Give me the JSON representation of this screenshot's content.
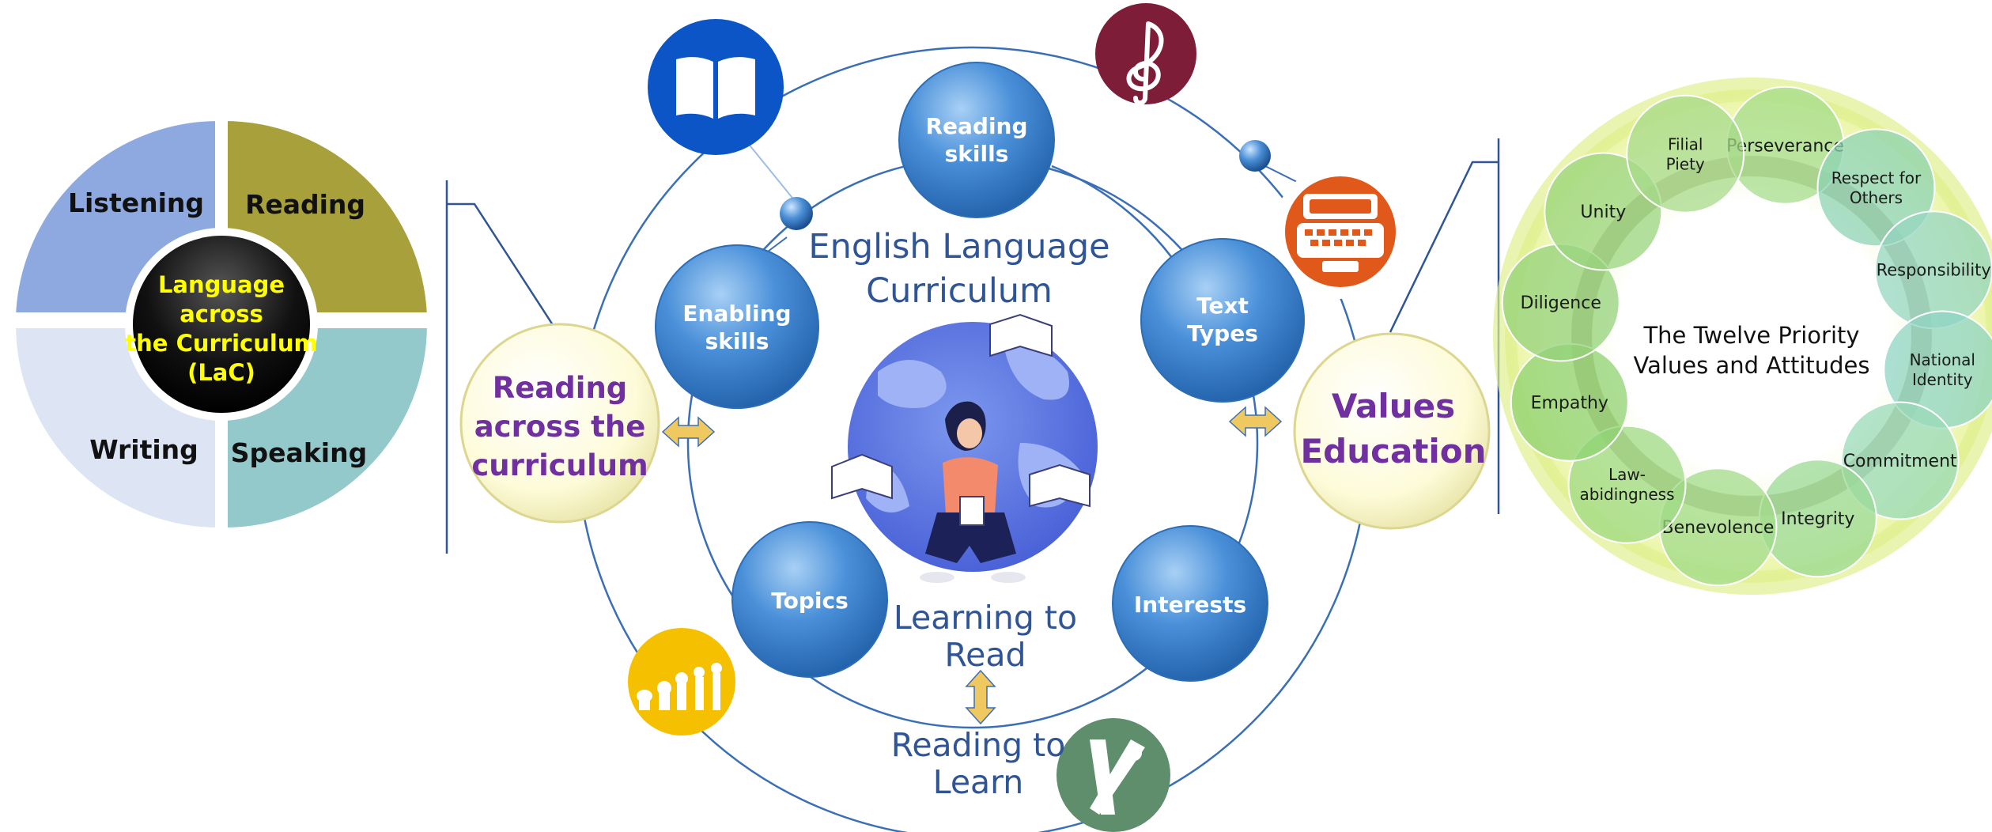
{
  "lac": {
    "quadrants": {
      "listening": "Listening",
      "reading": "Reading",
      "writing": "Writing",
      "speaking": "Speaking"
    },
    "center_lines": [
      "Language",
      "across",
      "the Curriculum",
      "(LaC)"
    ]
  },
  "hub": {
    "title_lines": [
      "English Language",
      "Curriculum"
    ],
    "learning_to_read_lines": [
      "Learning to",
      "Read"
    ],
    "reading_to_learn_lines": [
      "Reading to",
      "Learn"
    ]
  },
  "nodes": {
    "reading_skills": [
      "Reading",
      "skills"
    ],
    "enabling_skills": [
      "Enabling",
      "skills"
    ],
    "text_types": [
      "Text",
      "Types"
    ],
    "topics": [
      "Topics"
    ],
    "interests": [
      "Interests"
    ]
  },
  "reading_across": [
    "Reading",
    "across the",
    "curriculum"
  ],
  "values_education": [
    "Values",
    "Education"
  ],
  "values_ring": {
    "center_lines": [
      "The Twelve Priority",
      "Values and Attitudes"
    ],
    "values": [
      [
        "Perseverance"
      ],
      [
        "Respect for",
        "Others"
      ],
      [
        "Responsibility"
      ],
      [
        "National",
        "Identity"
      ],
      [
        "Commitment"
      ],
      [
        "Integrity"
      ],
      [
        "Benevolence"
      ],
      [
        "Law-",
        "abidingness"
      ],
      [
        "Empathy"
      ],
      [
        "Diligence"
      ],
      [
        "Unity"
      ],
      [
        "Filial",
        "Piety"
      ]
    ]
  },
  "icons": {
    "top_left": "open-book-icon",
    "top_right": "music-clef-icon",
    "right": "typewriter-icon",
    "bottom_left": "evolution-icon",
    "bottom_right": "compass-ruler-icon"
  },
  "colors": {
    "purple_text": "#7030a0",
    "blue_text": "#2f5597",
    "node_blue": "#4a90d9",
    "yellow_text": "#ffff00",
    "arrow": "#f0c860"
  }
}
